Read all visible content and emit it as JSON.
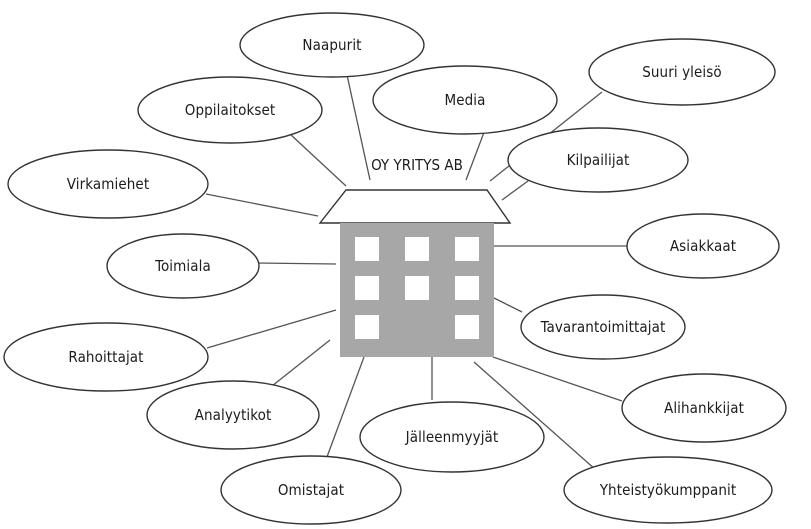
{
  "diagram": {
    "company_label": "OY YRITYS AB",
    "colors": {
      "building_fill": "#a7a7a7",
      "roof_fill": "#ffffff",
      "window_fill": "#ffffff",
      "outline": "#333333",
      "spoke": "#555555"
    },
    "stakeholders": [
      "Naapurit",
      "Media",
      "Suuri yleisö",
      "Oppilaitokset",
      "Kilpailijat",
      "Virkamiehet",
      "Asiakkaat",
      "Toimiala",
      "Tavarantoimittajat",
      "Rahoittajat",
      "Analyytikot",
      "Jälleenmyyjät",
      "Alihankkijat",
      "Omistajat",
      "Yhteistyökumppanit"
    ]
  }
}
